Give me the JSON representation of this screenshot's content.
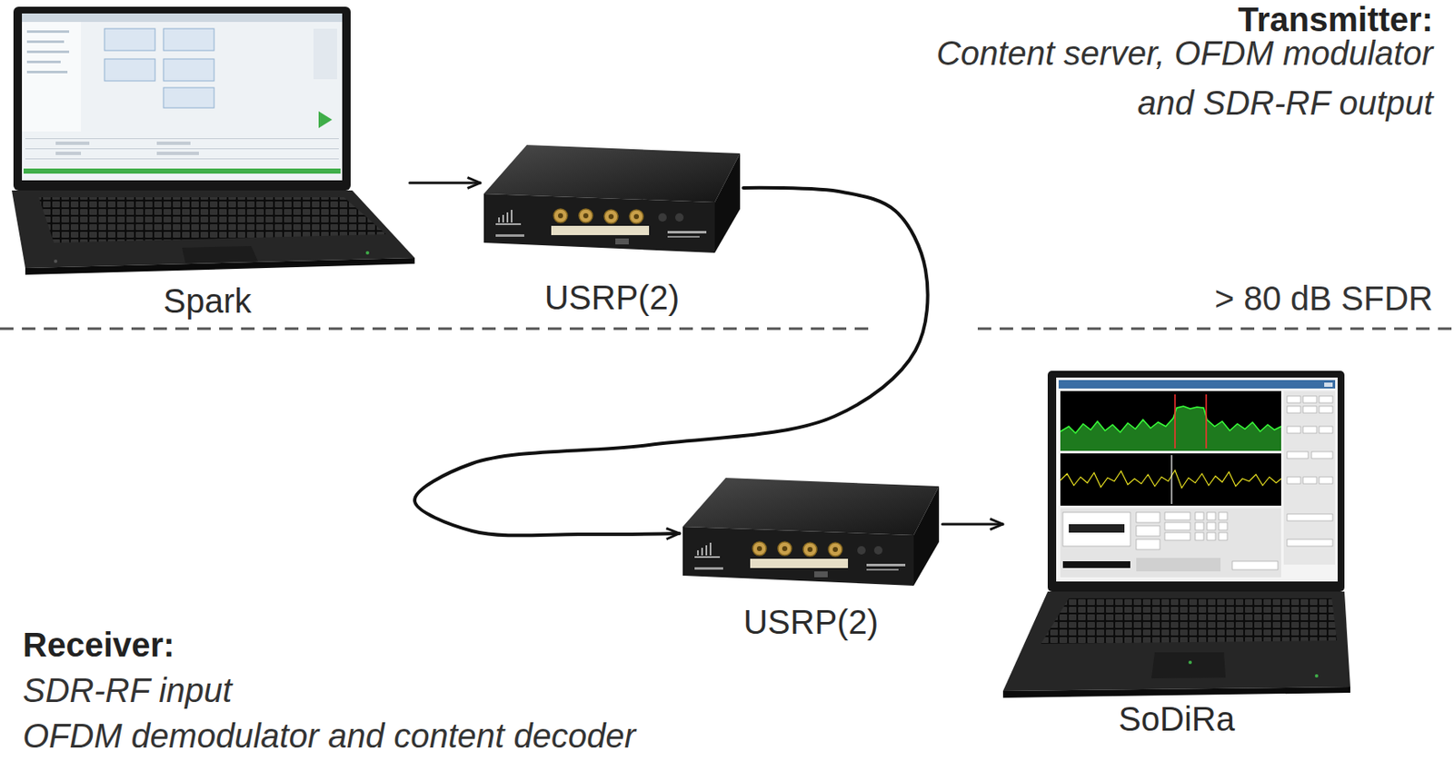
{
  "diagram": {
    "nodes": [
      {
        "text": [
          "Spark"
        ]
      },
      {
        "text": [
          "USRP(2)"
        ]
      },
      {
        "text": [
          "USRP(2)"
        ]
      },
      {
        "text": [
          "SoDiRa"
        ]
      }
    ],
    "edges": [
      {
        "from": 0,
        "to": 1,
        "arrow": "to"
      },
      {
        "from": 1,
        "to": 2,
        "arrow": "to"
      },
      {
        "from": 2,
        "to": 3,
        "arrow": "to"
      }
    ],
    "labels": [
      "Transmitter:",
      "Content server, OFDM modulator",
      "and SDR-RF output",
      "> 80 dB SFDR",
      "Receiver:",
      "SDR-RF input",
      "OFDM demodulator and content decoder"
    ]
  }
}
